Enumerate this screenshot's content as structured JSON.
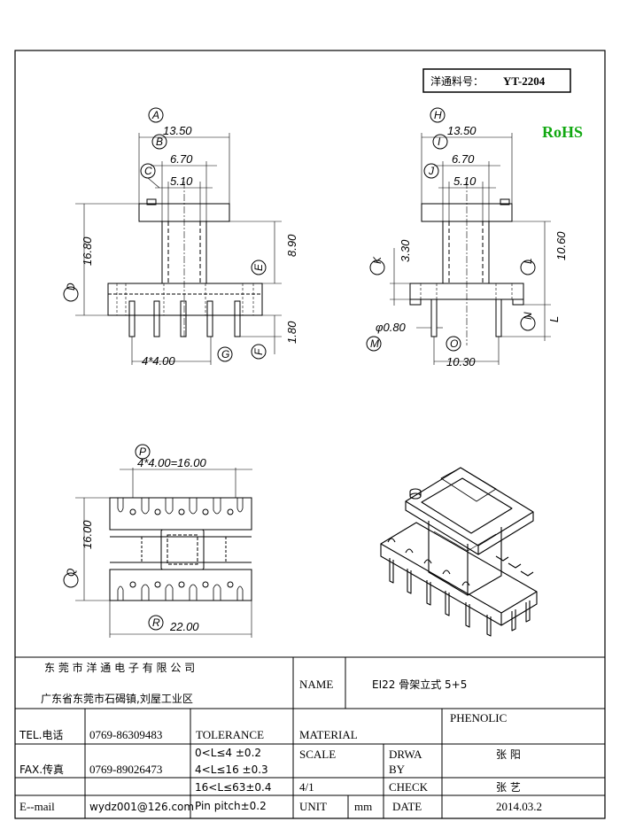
{
  "part_number": {
    "label": "洋通料号：",
    "value": "YT-2204"
  },
  "rohs": "RoHS",
  "rohs_color": "#11a811",
  "front_view": {
    "markers": {
      "a": "A",
      "b": "B",
      "c": "C",
      "d": "D",
      "e": "E",
      "f": "F",
      "g": "G"
    },
    "dims": {
      "width": "13.50",
      "mid": "6.70",
      "core": "5.10",
      "height": "16.80",
      "right_height": "8.90",
      "pin_len": "1.80",
      "pitch": "4*4.00"
    }
  },
  "side_view": {
    "markers": {
      "h": "H",
      "i": "I",
      "j": "J",
      "k": "K",
      "l": "L",
      "m": "M",
      "n": "N",
      "o": "O"
    },
    "dims": {
      "width": "13.50",
      "mid": "6.70",
      "core": "5.10",
      "k_dim": "3.30",
      "l_dim": "10.60",
      "n_dim": "L",
      "pin_dia": "φ0.80",
      "pin_span": "10.30"
    }
  },
  "top_view": {
    "markers": {
      "p": "P",
      "q": "Q",
      "r": "R"
    },
    "dims": {
      "pitch": "4*4.00=16.00",
      "depth": "16.00",
      "width": "22.00"
    }
  },
  "title_block": {
    "company": "东 莞 市 洋 通 电 子 有 限 公 司",
    "address": "广东省东莞市石碣镇,刘屋工业区",
    "name_label": "NAME",
    "name_value": "EI22 骨架立式 5+5",
    "tel_label": "TEL.电话",
    "tel_value": "0769-86309483",
    "fax_label": "FAX.传真",
    "fax_value": "0769-89026473",
    "email_label": "E--mail",
    "email_value": "wydz001@126.com",
    "tolerance_label": "TOLERANCE",
    "tolerance_lines": [
      "0<L≤4 ±0.2",
      "4<L≤16 ±0.3",
      "16<L≤63±0.4",
      "Pin pitch±0.2"
    ],
    "material_label": "MATERIAL",
    "material_value": "PHENOLIC",
    "scale_label": "SCALE",
    "scale_value": "4/1",
    "drawn_label_1": "DRWA",
    "drawn_label_2": "BY",
    "drawn_value": "张 阳",
    "check_label": "CHECK",
    "check_value": "张 艺",
    "unit_label": "UNIT",
    "unit_value": "mm",
    "date_label": "DATE",
    "date_value": "2014.03.2"
  }
}
